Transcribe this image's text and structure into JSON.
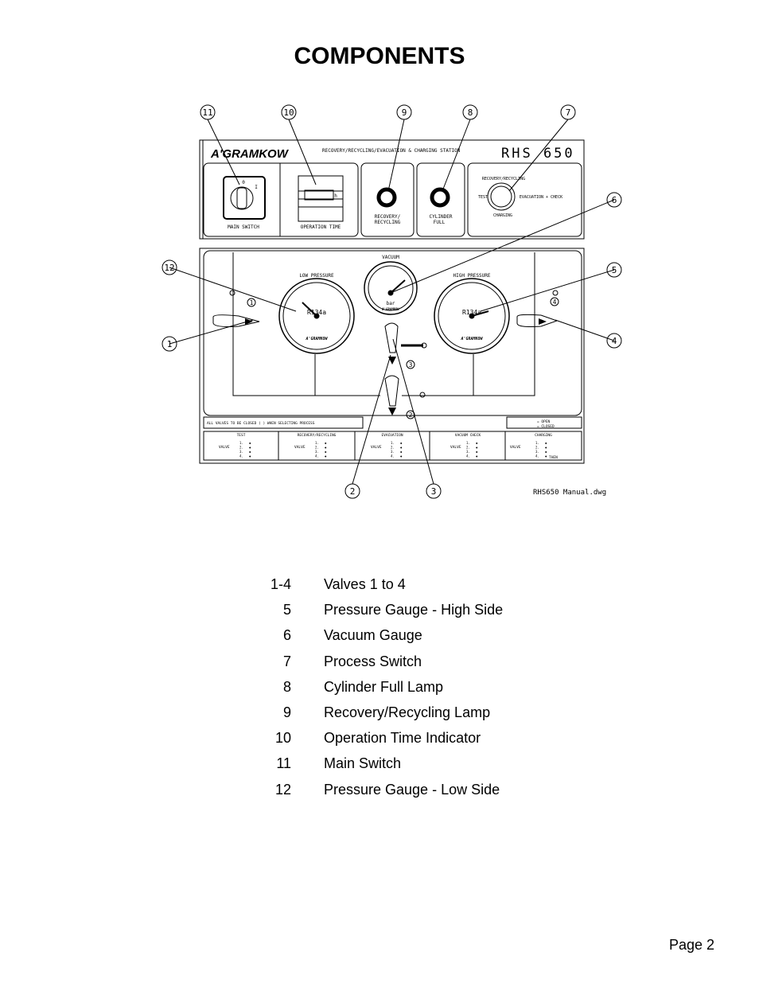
{
  "title": "COMPONENTS",
  "drawing": {
    "brand": "A'GRAMKOW",
    "station_title": "RECOVERY/RECYCLING/EVACUATION & CHARGING STATION",
    "model": "RHS 650",
    "file_name": "RHS650 Manual.dwg",
    "callouts": [
      "1",
      "2",
      "3",
      "4",
      "5",
      "6",
      "7",
      "8",
      "9",
      "10",
      "11",
      "12"
    ],
    "top_panels": {
      "main_switch": "MAIN SWITCH",
      "operation_time": "OPERATION TIME",
      "operation_time_unit": "h",
      "recovery_lamp_1": "RECOVERY/",
      "recovery_lamp_2": "RECYCLING",
      "cylinder_lamp_1": "CYLINDER",
      "cylinder_lamp_2": "FULL",
      "switch_top": "RECOVERY/RECYCLING",
      "switch_left": "TEST",
      "switch_right": "EVACUATION + CHECK",
      "switch_bottom": "CHARGING",
      "main_switch_off": "0",
      "main_switch_on": "I"
    },
    "gauges": {
      "vacuum": "VACUUM",
      "vacuum_unit": "bar",
      "low_pressure": "LOW PRESSURE",
      "high_pressure": "HIGH PRESSURE",
      "refrigerant": "R134a",
      "gauge_brand": "A'GRAMKOW"
    },
    "valve_numbers": [
      "1",
      "2",
      "3",
      "4"
    ],
    "notice": "ALL VALVES TO BE CLOSED ( ) WHEN SELECTING PROCESS",
    "key_open": "= OPEN",
    "key_closed": "= CLOSED",
    "process_headers": [
      "TEST",
      "RECOVERY/RECYCLING",
      "EVACUATION",
      "VACUUM CHECK",
      "CHARGING"
    ],
    "valve_label": "VALVE",
    "then_label": "THEN"
  },
  "legend": [
    {
      "number": "1-4",
      "text": "Valves 1 to 4"
    },
    {
      "number": "5",
      "text": "Pressure Gauge - High Side"
    },
    {
      "number": "6",
      "text": "Vacuum Gauge"
    },
    {
      "number": "7",
      "text": "Process Switch"
    },
    {
      "number": "8",
      "text": "Cylinder Full Lamp"
    },
    {
      "number": "9",
      "text": "Recovery/Recycling Lamp"
    },
    {
      "number": "10",
      "text": "Operation Time Indicator"
    },
    {
      "number": "11",
      "text": "Main Switch"
    },
    {
      "number": "12",
      "text": "Pressure Gauge - Low Side"
    }
  ],
  "page_label": "Page 2"
}
